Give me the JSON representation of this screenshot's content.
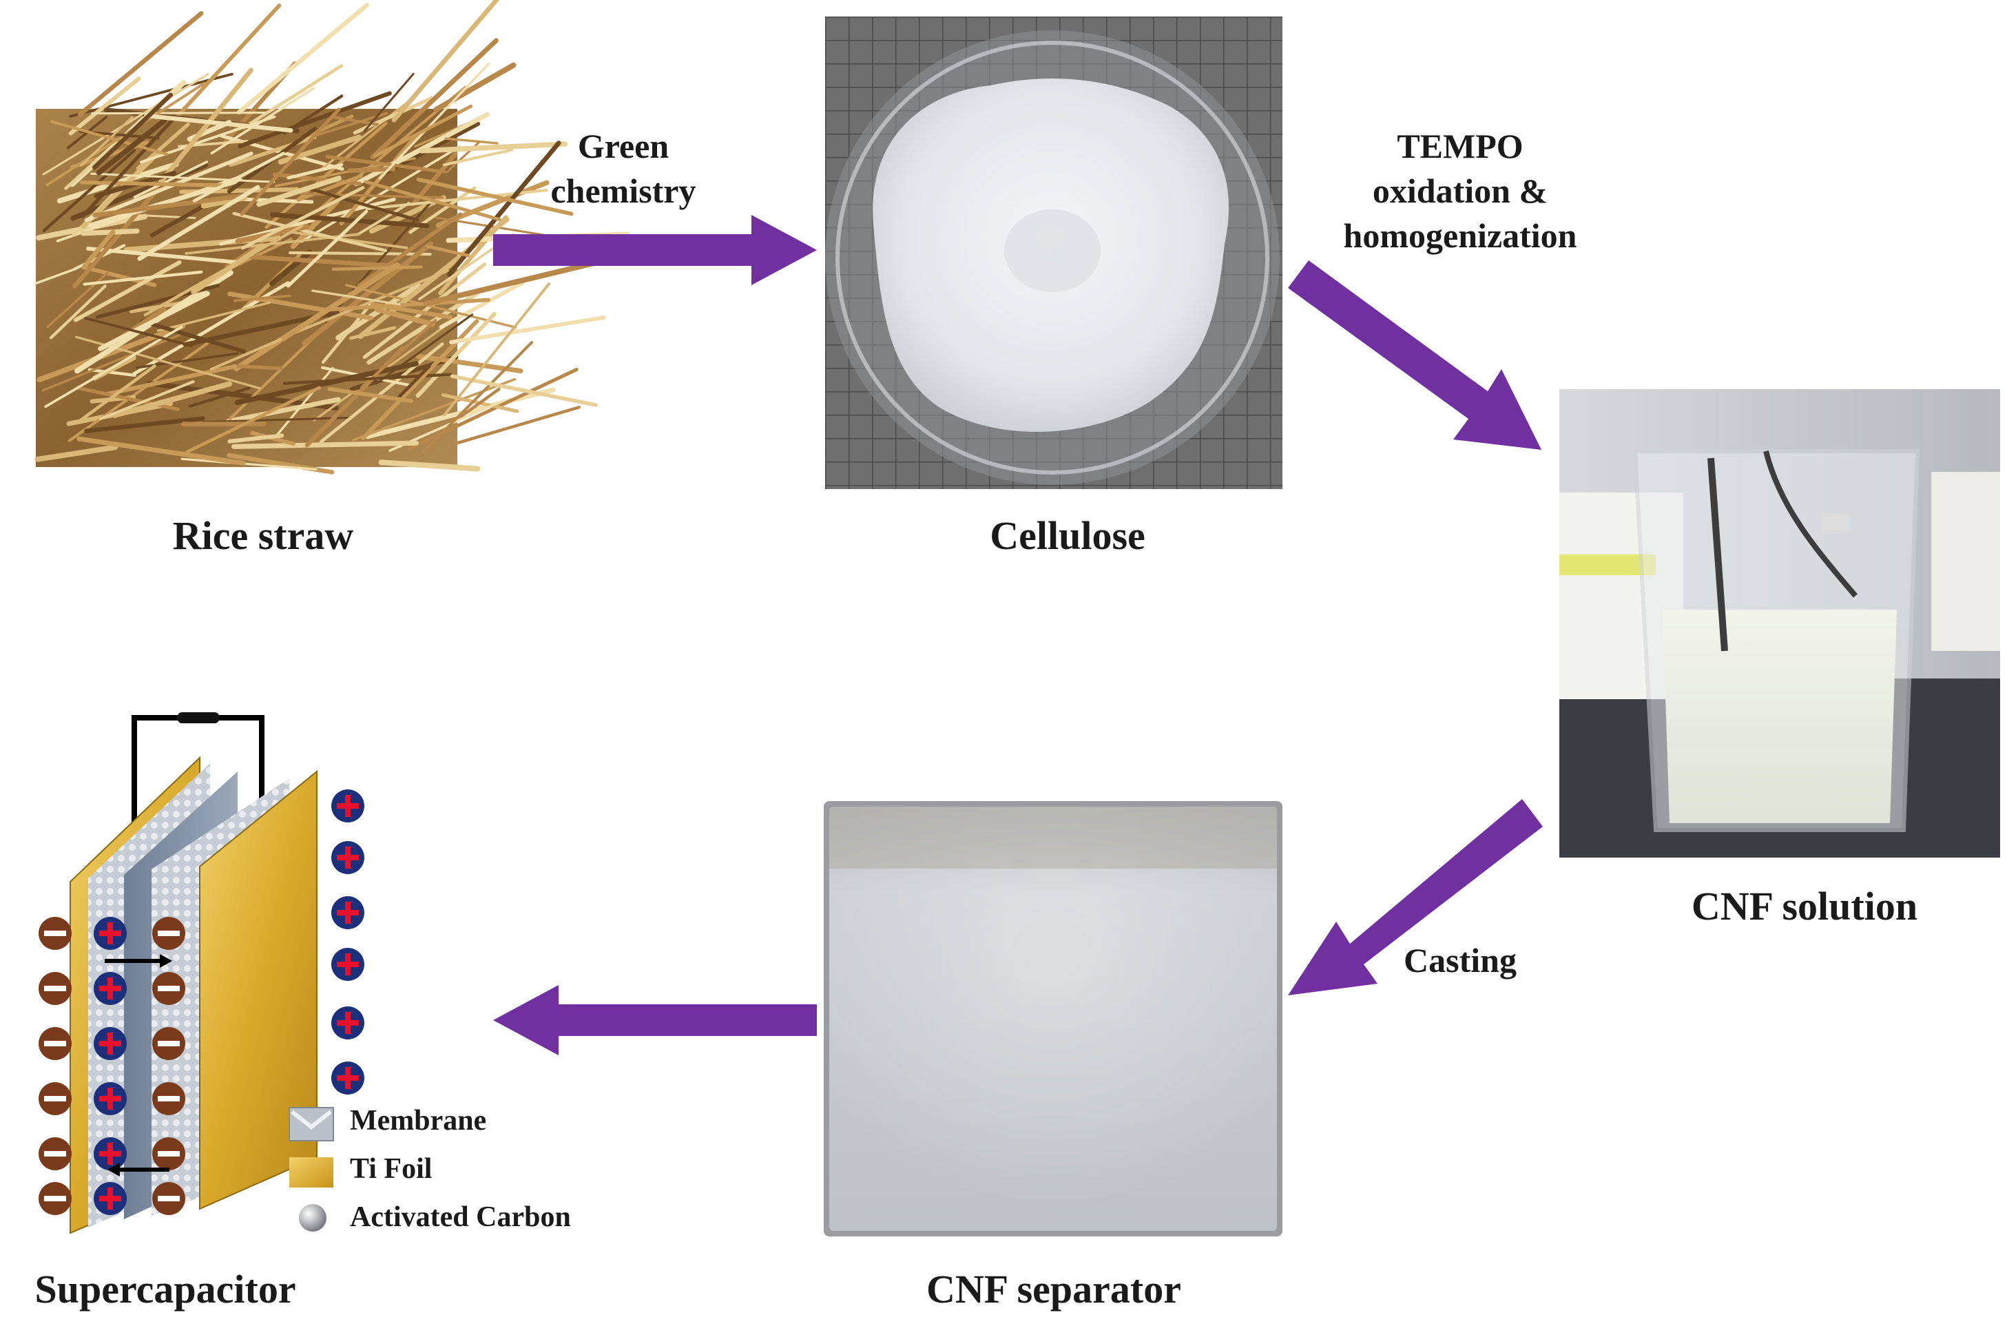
{
  "stages": {
    "rice_straw": "Rice straw",
    "cellulose": "Cellulose",
    "cnf_solution": "CNF solution",
    "cnf_separator": "CNF separator",
    "supercapacitor": "Supercapacitor"
  },
  "arrows": {
    "green_chemistry": [
      "Green",
      "chemistry"
    ],
    "tempo": [
      "TEMPO",
      "oxidation &",
      "homogenization"
    ],
    "casting": "Casting"
  },
  "legend": {
    "membrane": "Membrane",
    "ti_foil": "Ti Foil",
    "activated_carbon": "Activated Carbon"
  },
  "colors": {
    "arrow": "#7030a0",
    "ion_positive": "#1c2f7a",
    "ion_negative": "#7a3b1c",
    "foil": "#d8a92a"
  }
}
